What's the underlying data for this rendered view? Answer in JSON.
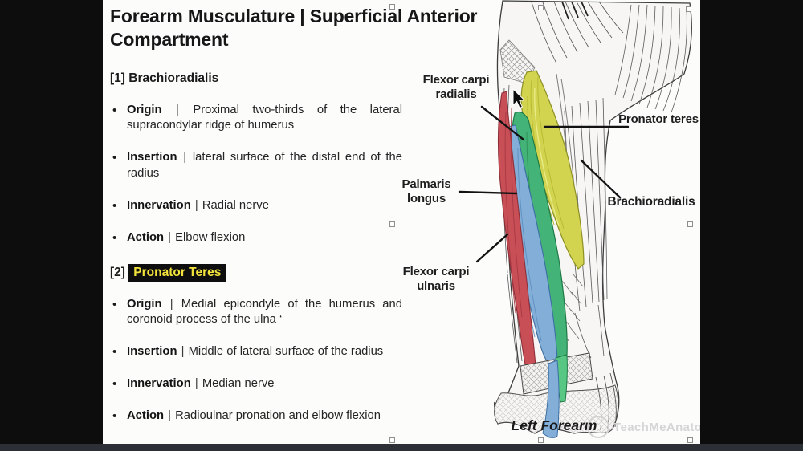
{
  "slide": {
    "title": "Forearm Musculature | Superficial Anterior Compartment",
    "bullet_marker": "•",
    "separator": "|",
    "sections": [
      {
        "number": "[1]",
        "name": "Brachioradialis",
        "bullets": [
          {
            "term": "Origin",
            "text": "Proximal two-thirds of the lateral supracondylar ridge of humerus"
          },
          {
            "term": "Insertion",
            "text": "lateral surface of the distal end of the radius"
          },
          {
            "term": "Innervation",
            "text": "Radial nerve"
          },
          {
            "term": "Action",
            "text": "Elbow flexion"
          }
        ]
      },
      {
        "number": "[2]",
        "name": "Pronator Teres",
        "bullets": [
          {
            "term": "Origin",
            "text": "Medial epicondyle of the humerus and coronoid process of the ulna ‘"
          },
          {
            "term": "Insertion",
            "text": "Middle of lateral surface of the radius"
          },
          {
            "term": "Innervation",
            "text": "Median nerve"
          },
          {
            "term": "Action",
            "text": "Radioulnar pronation and elbow flexion"
          }
        ]
      }
    ]
  },
  "diagram": {
    "labels": {
      "flexor_carpi_radialis": "Flexor carpi radialis",
      "pronator_teres": "Pronator teres",
      "palmaris_longus": "Palmaris longus",
      "brachioradialis": "Brachioradialis",
      "flexor_carpi_ulnaris": "Flexor carpi ulnaris"
    },
    "caption": "Left Forearm",
    "watermark": "TeachMeAnatom",
    "colors": {
      "flexor_carpi_ulnaris_muscle": "#c94f57",
      "palmaris_longus_muscle": "#82aed8",
      "flexor_carpi_radialis_muscle": "#44b377",
      "pronator_teres_muscle": "#d2d34f",
      "highlight_text": "#f2e23c",
      "highlight_bg": "#0e0e0e"
    }
  }
}
